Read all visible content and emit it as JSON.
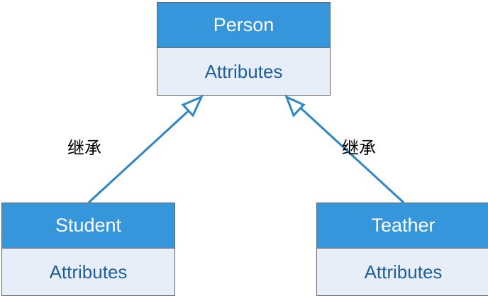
{
  "classes": {
    "person": {
      "name": "Person",
      "section": "Attributes"
    },
    "student": {
      "name": "Student",
      "section": "Attributes"
    },
    "teather": {
      "name": "Teather",
      "section": "Attributes"
    }
  },
  "edges": [
    {
      "from": "student",
      "to": "person",
      "label": "继承"
    },
    {
      "from": "teather",
      "to": "person",
      "label": "继承"
    }
  ],
  "colors": {
    "header": "#3696dc",
    "body": "#e8eef7",
    "body_text": "#1f5f9a",
    "arrow": "#2f86c4",
    "border": "#666666"
  }
}
